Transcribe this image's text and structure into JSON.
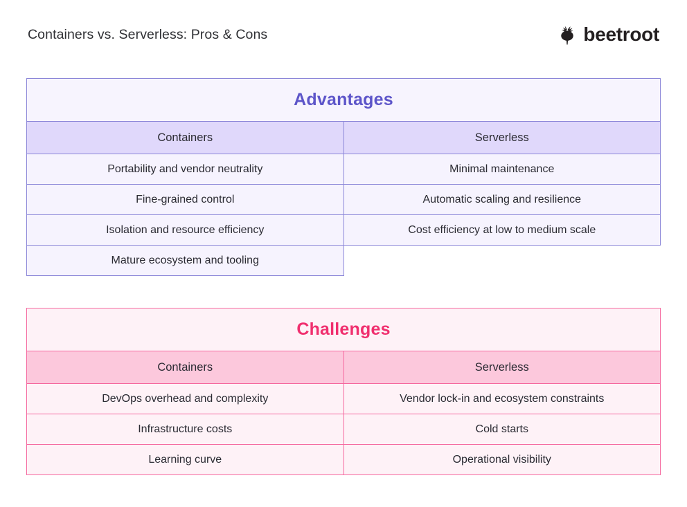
{
  "header": {
    "title": "Containers vs. Serverless: Pros & Cons",
    "brand_name": "beetroot",
    "brand_icon": "beetroot-icon"
  },
  "colors": {
    "page_background": "#ffffff",
    "title_text": "#2f3034",
    "body_text": "#2b2b33",
    "advantages_accent": "#5d55c9",
    "advantages_border": "#8b86d8",
    "advantages_banner_bg": "#f7f4fe",
    "advantages_subheader_bg": "#e0d8fb",
    "advantages_row_bg": "#f6f3fe",
    "challenges_accent": "#f02f6e",
    "challenges_border": "#f5679e",
    "challenges_banner_bg": "#fef2f7",
    "challenges_subheader_bg": "#fcc8dc",
    "challenges_row_bg": "#fef2f7"
  },
  "tables": [
    {
      "id": "advantages",
      "banner": "Advantages",
      "columns": [
        "Containers",
        "Serverless"
      ],
      "rows": [
        [
          "Portability and vendor neutrality",
          "Minimal maintenance"
        ],
        [
          "Fine-grained control",
          "Automatic scaling and resilience"
        ],
        [
          "Isolation and resource efficiency",
          "Cost efficiency at low to medium scale"
        ],
        [
          "Mature ecosystem and tooling",
          ""
        ]
      ]
    },
    {
      "id": "challenges",
      "banner": "Challenges",
      "columns": [
        "Containers",
        "Serverless"
      ],
      "rows": [
        [
          "DevOps overhead and complexity",
          "Vendor lock-in and ecosystem constraints"
        ],
        [
          "Infrastructure costs",
          "Cold starts"
        ],
        [
          "Learning curve",
          "Operational visibility"
        ]
      ]
    }
  ]
}
